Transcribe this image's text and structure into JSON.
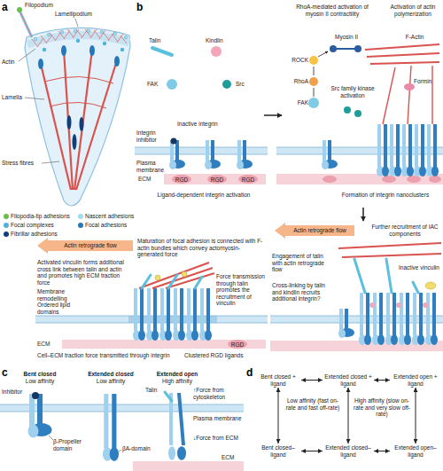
{
  "diagram": {
    "nodes": [
      {
        "text": [
          "Bent closed + ligand"
        ]
      },
      {
        "text": [
          "Extended closed + ligand"
        ]
      },
      {
        "text": [
          "Extended open + ligand"
        ]
      },
      {
        "text": [
          "Bent closed–ligand"
        ]
      },
      {
        "text": [
          "Extended closed–ligand"
        ]
      },
      {
        "text": [
          "Extended open–ligand"
        ]
      }
    ],
    "edges": [
      {
        "from": 0,
        "to": 1,
        "arrow": "both"
      },
      {
        "from": 1,
        "to": 2,
        "arrow": "both"
      },
      {
        "from": 3,
        "to": 4,
        "arrow": "both"
      },
      {
        "from": 4,
        "to": 5,
        "arrow": "both"
      },
      {
        "from": 0,
        "to": 3,
        "arrow": "both"
      },
      {
        "from": 1,
        "to": 4,
        "arrow": "both"
      },
      {
        "from": 2,
        "to": 5,
        "arrow": "both"
      }
    ],
    "labels": [
      "a",
      "Filopodium",
      "Lamellipodium",
      "Actin",
      "Lamella",
      "Stress fibres",
      "b",
      "Talin",
      "Kindlin",
      "FAK",
      "Src",
      "Inactive integrin",
      "Integrin inhibitor",
      "Plasma membrane",
      "ECM",
      "RGD",
      "RGD",
      "RGD",
      "Ligand-dependent integrin activation",
      "RhoA-mediated activation of myosin II contractility",
      "Activation of actin polymerization",
      "ROCK",
      "Myosin II",
      "F-Actin",
      "Formin",
      "RhoA",
      "FAK",
      "Src family kinase activation",
      "Formation of integrin nanoclusters",
      "Actin retrograde flow",
      "Further recruitment of IAC components",
      "Engagement of talin with actin retrograde flow",
      "Cross-linking by talin and kindlin recruits additional integrin?",
      "Inactive vinculin",
      "Actin retrograde flow",
      "Maturation of focal adhesion is connected with F-actin bundles which convey actomyosin-generated force",
      "Activated vinculin forms additional cross link between talin and actin and promotes high ECM traction force",
      "Membrane remodelling",
      "Ordered lipid domains",
      "Force transmission through talin promotes the recruitment of vinculin",
      "ECM",
      "RGD",
      "Cell–ECM traction force transmitted through integrin",
      "Clustered RGD ligands",
      "c",
      "Bent closed",
      "Low affinity",
      "Extended closed",
      "Low affinity",
      "Extended open",
      "High affinity",
      "Inhibitor",
      "Talin",
      "β-Propeller domain",
      "βA-domain",
      "Plasma membrane",
      "ECM",
      "↑Force from cytoskeleton",
      "↓Force from ECM",
      "d",
      "Low affinity (fast on-rate and fast off-rate)",
      "High affinity (slow on-rate and very slow off-rate)"
    ],
    "legend": [
      {
        "text": "Filopodia-tip adhesions",
        "color": "#6abf4b"
      },
      {
        "text": "Nascent adhesions",
        "color": "#9fdcf0"
      },
      {
        "text": "Focal complexes",
        "color": "#4fb3d9"
      },
      {
        "text": "Focal adhesions",
        "color": "#2477b8"
      },
      {
        "text": "Fibrillar adhesions",
        "color": "#123f7a"
      }
    ]
  }
}
